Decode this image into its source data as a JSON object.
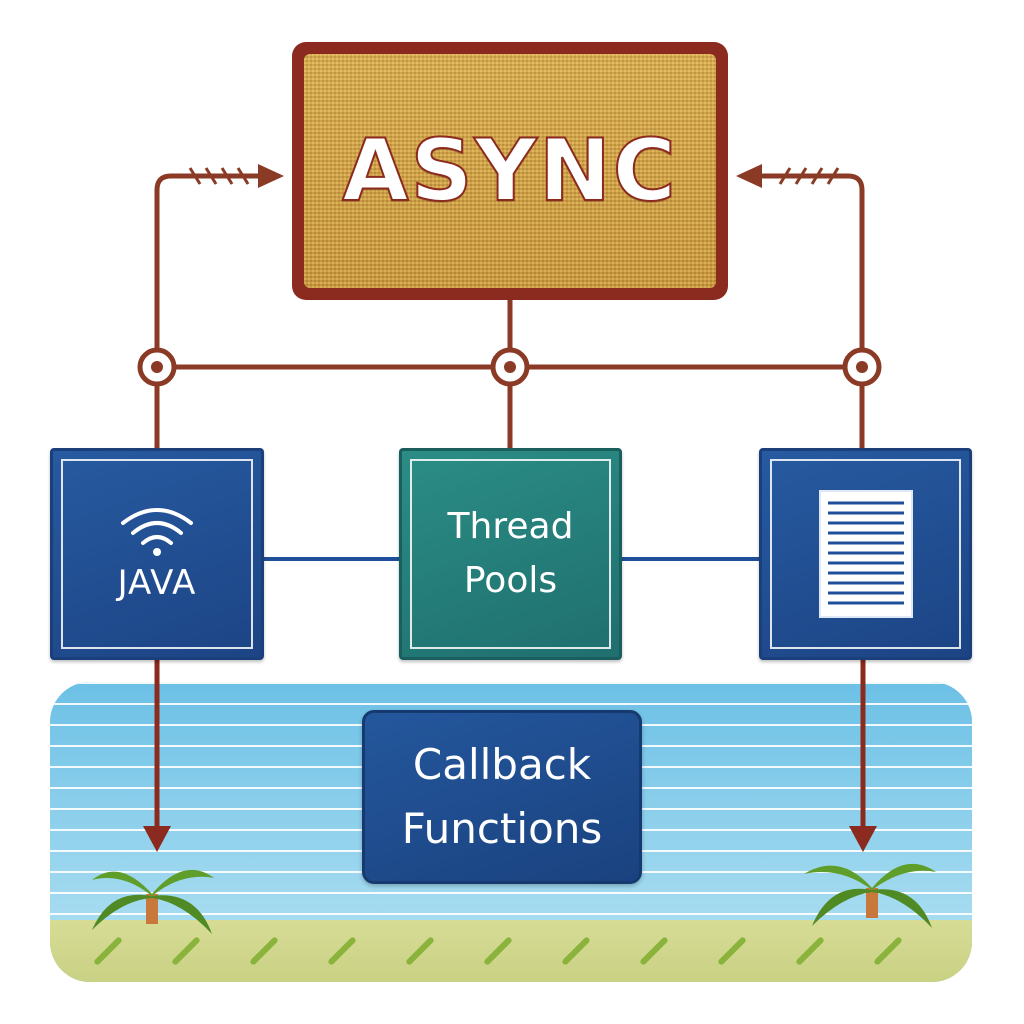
{
  "title": "ASYNC",
  "nodes": {
    "java": {
      "label": "JAVA",
      "icon": "wifi-icon"
    },
    "thread_pools": {
      "line1": "Thread",
      "line2": "Pools"
    },
    "document": {
      "icon": "document-icon"
    }
  },
  "callback": {
    "line1": "Callback",
    "line2": "Functions"
  },
  "colors": {
    "async_border": "#8b2a1e",
    "async_fill": "#d9a94a",
    "wire": "#8b3a26",
    "node_blue": "#275aa0",
    "node_teal": "#2b8d86",
    "link_blue": "#1f4f9a",
    "sea": "#8fd0ec",
    "sand": "#d7dc95",
    "palm_leaf": "#5f9e2a"
  }
}
